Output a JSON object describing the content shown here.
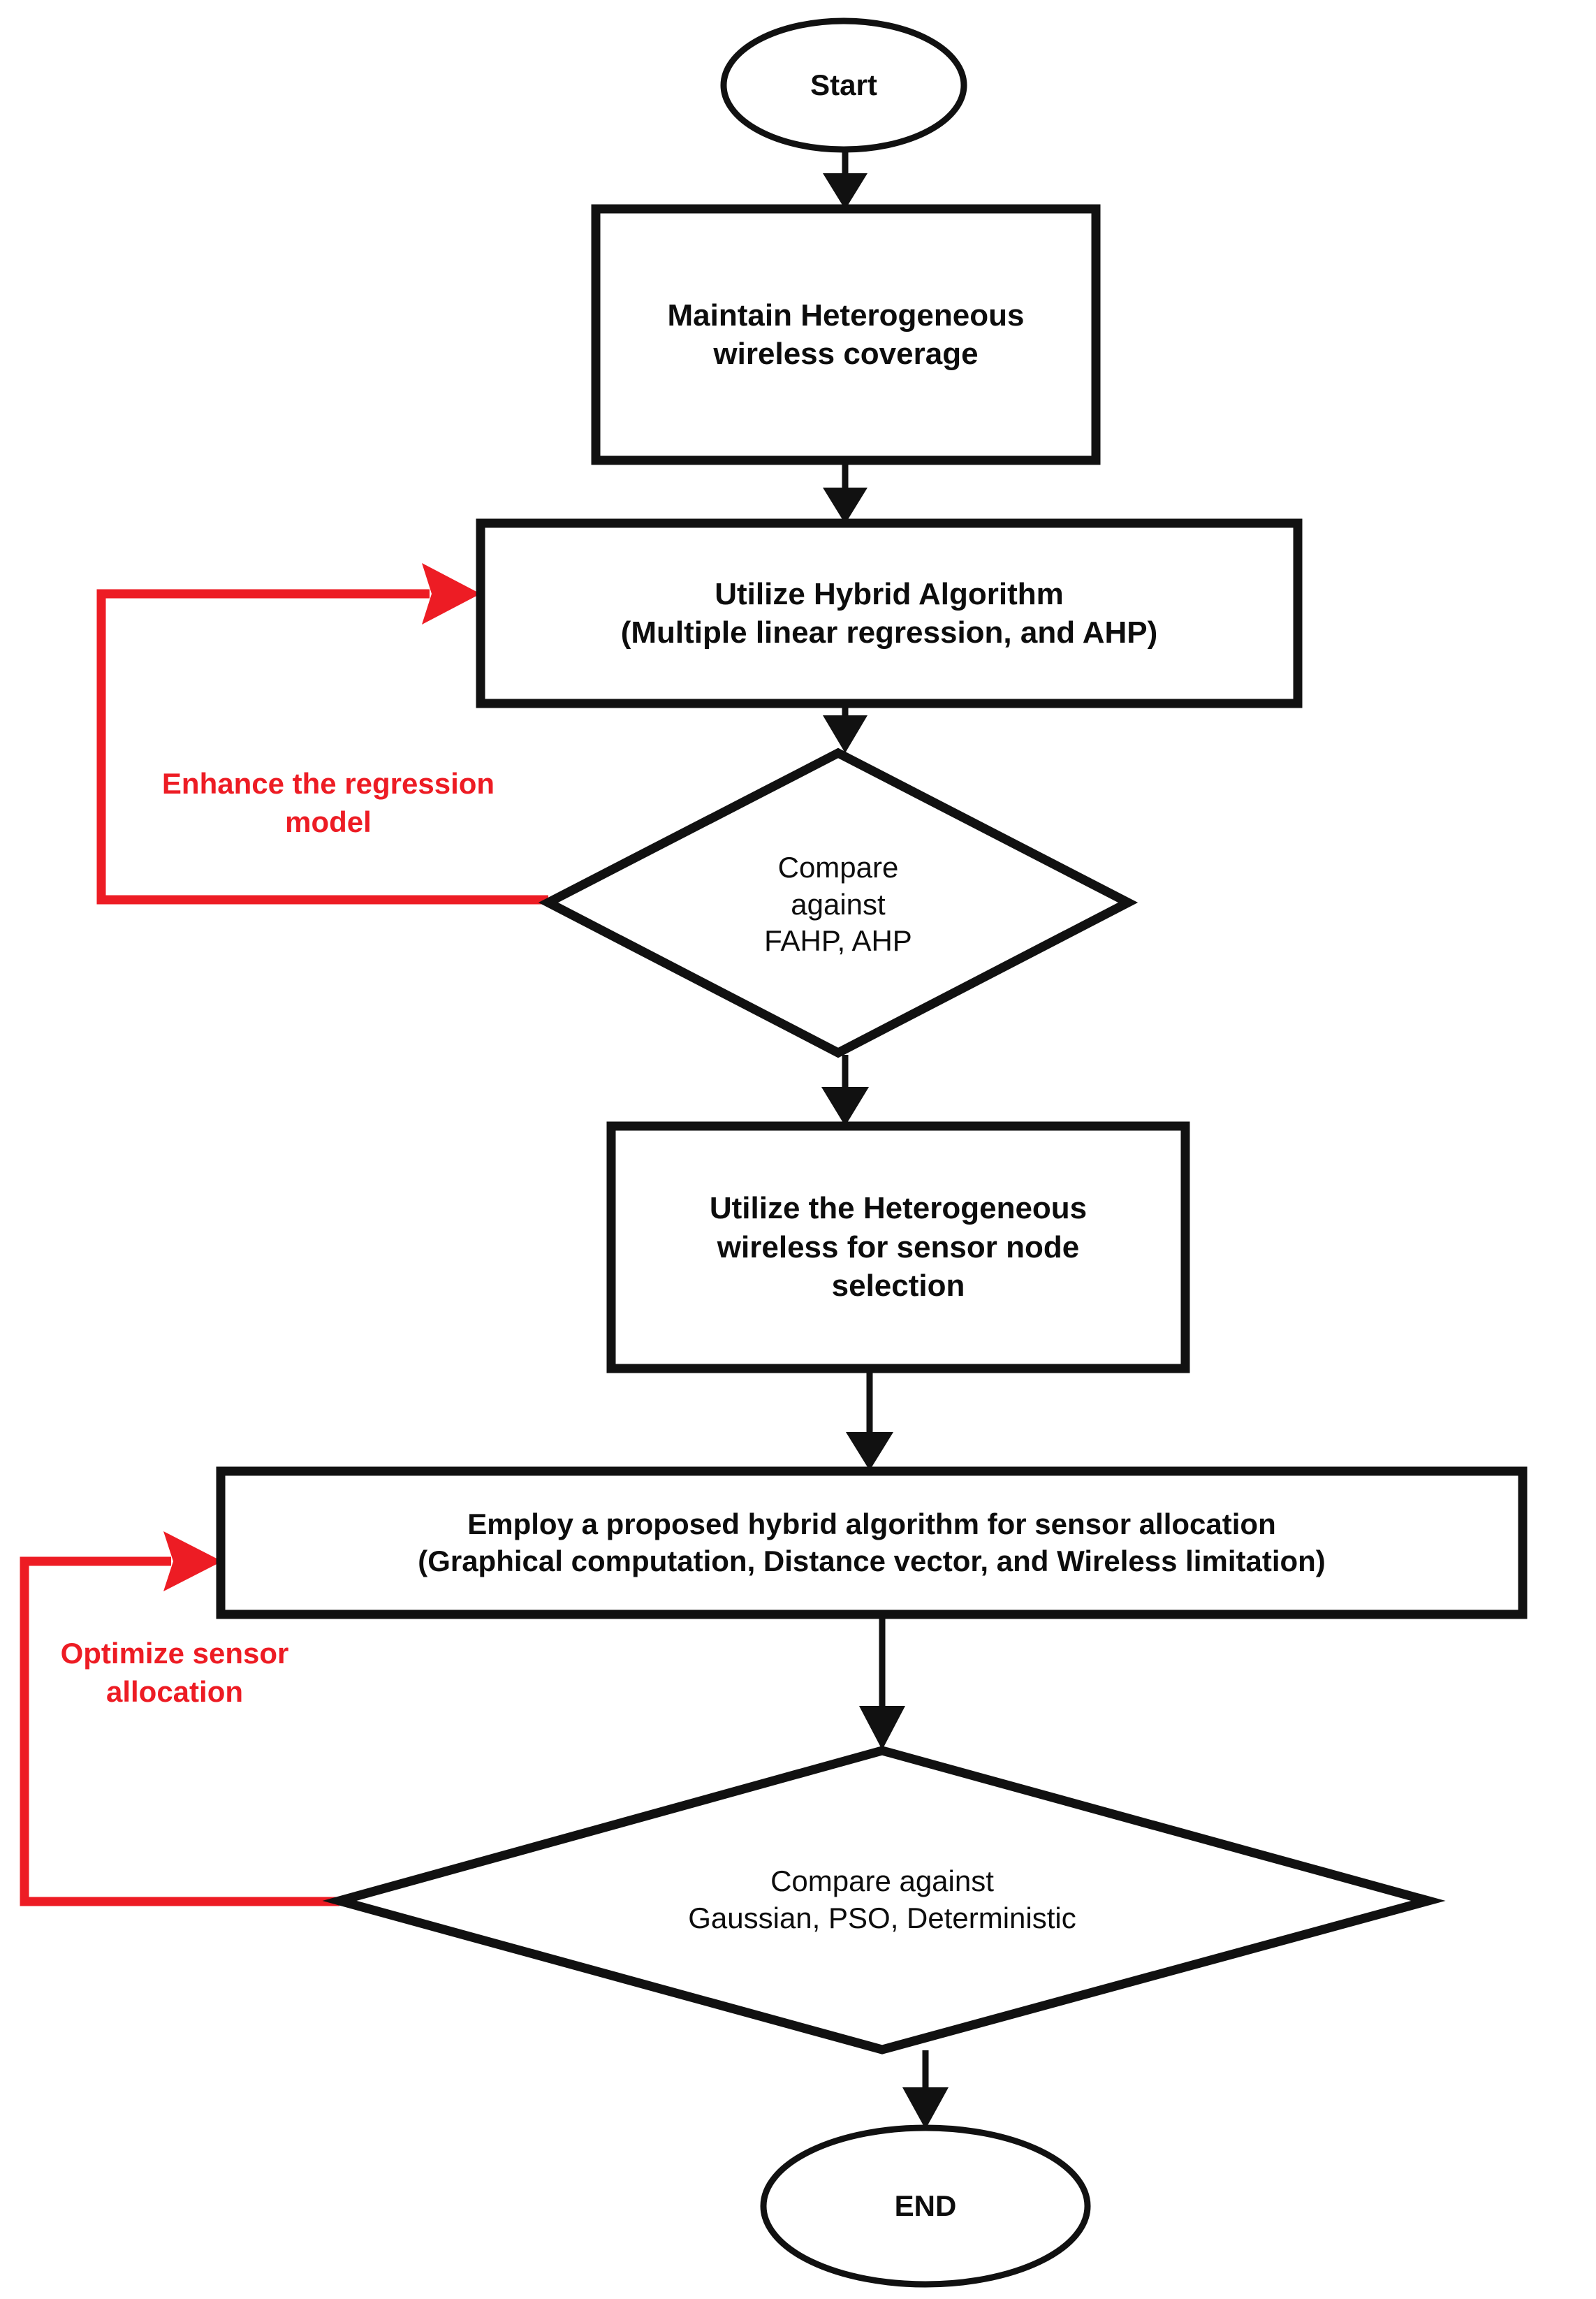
{
  "diagram": {
    "type": "flowchart",
    "orientation": "top-to-bottom",
    "background_color": "#ffffff",
    "node_stroke_color": "#111111",
    "node_fill_color": "#ffffff",
    "feedback_color": "#ED1C24"
  },
  "nodes": {
    "start": {
      "id": "start",
      "shape": "ellipse",
      "label": "Start"
    },
    "maintain_coverage": {
      "id": "maintain_coverage",
      "shape": "rectangle",
      "label": "Maintain Heterogeneous\nwireless coverage"
    },
    "hybrid_algorithm": {
      "id": "hybrid_algorithm",
      "shape": "rectangle",
      "label": "Utilize Hybrid Algorithm\n(Multiple linear regression, and AHP)"
    },
    "compare_fahp": {
      "id": "compare_fahp",
      "shape": "diamond",
      "label": "Compare\nagainst\nFAHP, AHP"
    },
    "sensor_node_selection": {
      "id": "sensor_node_selection",
      "shape": "rectangle",
      "label": "Utilize the Heterogeneous\nwireless for sensor node\nselection"
    },
    "sensor_allocation": {
      "id": "sensor_allocation",
      "shape": "rectangle",
      "label": "Employ a proposed hybrid algorithm for sensor allocation\n(Graphical computation, Distance vector, and Wireless limitation)"
    },
    "compare_gaussian": {
      "id": "compare_gaussian",
      "shape": "diamond",
      "label": "Compare against\nGaussian, PSO, Deterministic"
    },
    "end": {
      "id": "end",
      "shape": "ellipse",
      "label": "END"
    }
  },
  "feedback_labels": {
    "enhance_regression": "Enhance the regression\nmodel",
    "optimize_allocation": "Optimize sensor\nallocation"
  },
  "edges": [
    {
      "from": "start",
      "to": "maintain_coverage",
      "label": "",
      "style": "solid-black"
    },
    {
      "from": "maintain_coverage",
      "to": "hybrid_algorithm",
      "label": "",
      "style": "solid-black"
    },
    {
      "from": "hybrid_algorithm",
      "to": "compare_fahp",
      "label": "",
      "style": "solid-black"
    },
    {
      "from": "compare_fahp",
      "to": "sensor_node_selection",
      "label": "",
      "style": "solid-black"
    },
    {
      "from": "compare_fahp",
      "to": "hybrid_algorithm",
      "label": "Enhance the regression model",
      "style": "solid-red-feedback"
    },
    {
      "from": "sensor_node_selection",
      "to": "sensor_allocation",
      "label": "",
      "style": "solid-black"
    },
    {
      "from": "sensor_allocation",
      "to": "compare_gaussian",
      "label": "",
      "style": "solid-black"
    },
    {
      "from": "compare_gaussian",
      "to": "sensor_allocation",
      "label": "Optimize sensor allocation",
      "style": "solid-red-feedback"
    },
    {
      "from": "compare_gaussian",
      "to": "end",
      "label": "",
      "style": "solid-black"
    }
  ]
}
